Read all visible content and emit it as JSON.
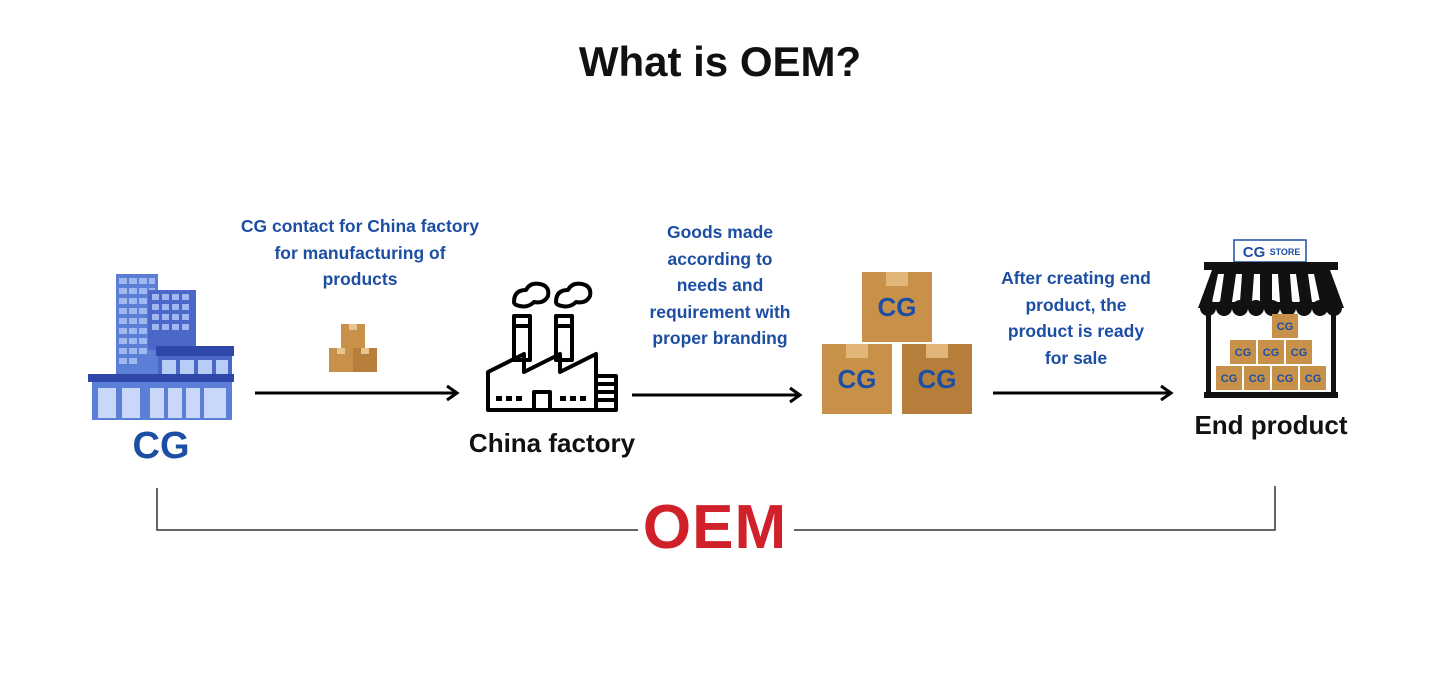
{
  "title": "What is OEM?",
  "steps": [
    {
      "text_lines": [
        "CG contact for China factory",
        "for manufacturing of",
        "products"
      ]
    },
    {
      "text_lines": [
        "Goods made",
        "according to",
        "needs and",
        "requirement with",
        "proper branding"
      ]
    },
    {
      "text_lines": [
        "After creating end",
        "product, the",
        "product is ready",
        "for sale"
      ]
    }
  ],
  "nodes": {
    "company_logo": "CG",
    "factory_label": "China factory",
    "boxes_logo": "CG",
    "store_sign": {
      "brand": "CG",
      "word": "STORE"
    },
    "store_box_logo": "CG",
    "end_product_label": "End product"
  },
  "bracket_label": "OEM",
  "colors": {
    "brand_blue": "#1c4ea3",
    "oem_red": "#d0202a",
    "box_brown": "#c8914a",
    "building_blue": "#4a67c9"
  },
  "icons": [
    "building-icon",
    "small-boxes-icon",
    "factory-icon",
    "cg-boxes-icon",
    "store-icon",
    "arrow-icon"
  ]
}
